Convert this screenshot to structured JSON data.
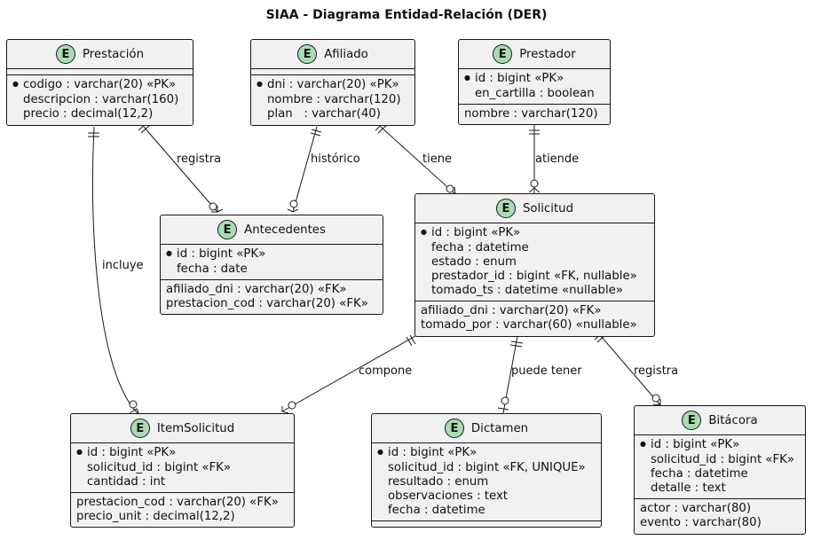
{
  "title": "SIAA - Diagrama Entidad-Relación (DER)",
  "entity_badge": "E",
  "entities": {
    "prestacion": {
      "name": "Prestación",
      "pk": [],
      "attrs": [
        "codigo : varchar(20) «PK»",
        "descripcion : varchar(160)",
        "precio : decimal(12,2)"
      ],
      "fk": []
    },
    "afiliado": {
      "name": "Afiliado",
      "attrs": [
        "dni : varchar(20) «PK»",
        "nombre : varchar(120)",
        "plan   : varchar(40)"
      ]
    },
    "prestador": {
      "name": "Prestador",
      "attrs": [
        "id : bigint «PK»",
        "en_cartilla : boolean"
      ],
      "fk": [
        "nombre : varchar(120)"
      ]
    },
    "antecedentes": {
      "name": "Antecedentes",
      "attrs": [
        "id : bigint «PK»",
        "fecha : date"
      ],
      "fk": [
        "afiliado_dni : varchar(20) «FK»",
        "prestacion_cod : varchar(20) «FK»"
      ]
    },
    "solicitud": {
      "name": "Solicitud",
      "attrs": [
        "id : bigint «PK»",
        "fecha : datetime",
        "estado : enum",
        "prestador_id : bigint «FK, nullable»",
        "tomado_ts : datetime «nullable»"
      ],
      "fk": [
        "afiliado_dni : varchar(20) «FK»",
        "tomado_por : varchar(60) «nullable»"
      ]
    },
    "itemsolicitud": {
      "name": "ItemSolicitud",
      "attrs": [
        "id : bigint «PK»",
        "solicitud_id : bigint «FK»",
        "cantidad : int"
      ],
      "fk": [
        "prestacion_cod : varchar(20) «FK»",
        "precio_unit : decimal(12,2)"
      ]
    },
    "dictamen": {
      "name": "Dictamen",
      "attrs": [
        "id : bigint «PK»",
        "solicitud_id : bigint «FK, UNIQUE»",
        "resultado : enum",
        "observaciones : text",
        "fecha : datetime"
      ]
    },
    "bitacora": {
      "name": "Bitácora",
      "attrs": [
        "id : bigint «PK»",
        "solicitud_id : bigint «FK»",
        "fecha : datetime",
        "detalle : text"
      ],
      "fk": [
        "actor : varchar(80)",
        "evento : varchar(80)"
      ]
    }
  },
  "relationships": {
    "registra_1": "registra",
    "historico": "histórico",
    "tiene": "tiene",
    "atiende": "atiende",
    "incluye": "incluye",
    "compone": "compone",
    "puede_tener": "puede tener",
    "registra_2": "registra"
  },
  "colors": {
    "entity_bg": "#f1f1f1",
    "badge_bg": "#a9dcb3",
    "line": "#181818"
  }
}
